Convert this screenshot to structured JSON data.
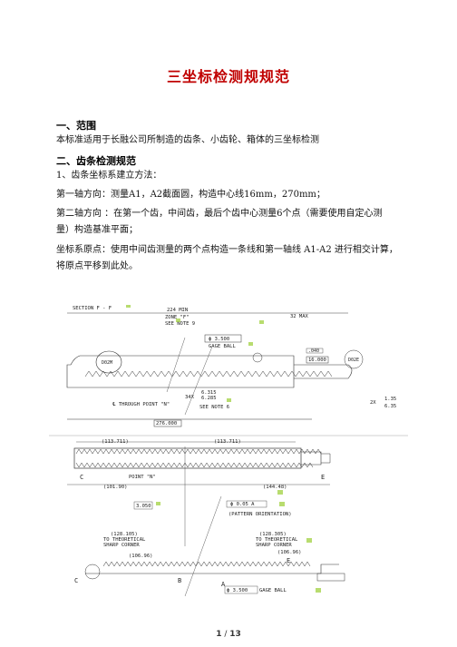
{
  "doc": {
    "title": "三坐标检测规规范",
    "sec1_heading": "一、范围",
    "sec1_text": "本标准适用于长融公司所制造的齿条、小齿轮、箱体的三坐标检测",
    "sec2_heading": "二、齿条检测规范",
    "item1": "1、齿条坐标系建立方法：",
    "axis1": "第一轴方向：测量A1，A2截面圆，构造中心线16mm，270mm；",
    "axis2_l1": "第二轴方向 ：在第一个齿，中间齿，最后个齿中心测量6个点（需要使用自定心测",
    "axis2_l2": "量）构造基准平面；",
    "origin_l1": "坐标系原点：使用中间齿测量的两个点构造一条线和第一轴线 A1-A2 进行相交计算，",
    "origin_l2": "将原点平移到此处。"
  },
  "drawing": {
    "section": "SECTION F - F",
    "dim_224": "224 MIN",
    "zone": "ZONE \"F\"",
    "note9": "SEE NOTE 9",
    "max32": "32 MAX",
    "ball": "ϕ 3.500",
    "gage_ball": "GAGE BALL",
    "d16": "16.000",
    "through": "℄ THROUGH POINT \"N\"",
    "x34": "34X",
    "p6315": "6.315",
    "p6285": "6.285",
    "note6": "SEE NOTE 6",
    "len276": "276.000",
    "tol35": "1.35",
    "tol6": "6.35",
    "dim11371a": "(113.711)",
    "dim11371b": "(113.711)",
    "dim10190": "(101.90)",
    "dim14448": "(144.48)",
    "point_n": "POINT \"N\"",
    "d3050": "3.050",
    "tp": "ϕ 0.05 A",
    "pattern": "(PATTERN ORIENTATION)",
    "d12810": "(128.105)",
    "d12830": "(128.305)",
    "theo1": "TO THEORETICAL",
    "sharp1": "SHARP CORNER",
    "theo2": "TO THEORETICAL",
    "sharp2": "SHARP CORNER",
    "d10696a": "(106.96)",
    "d10696b": "(106.96)",
    "ball2": "ϕ 3.500",
    "gage_ball2": "GAGE BALL",
    "lbl_c": "C",
    "lbl_e": "E",
    "lbl_e2": "E",
    "lbl_c2": "C",
    "lbl_b": "B",
    "lbl_a": "A"
  },
  "footer": {
    "page": "1",
    "sep": " / ",
    "total": "13"
  }
}
